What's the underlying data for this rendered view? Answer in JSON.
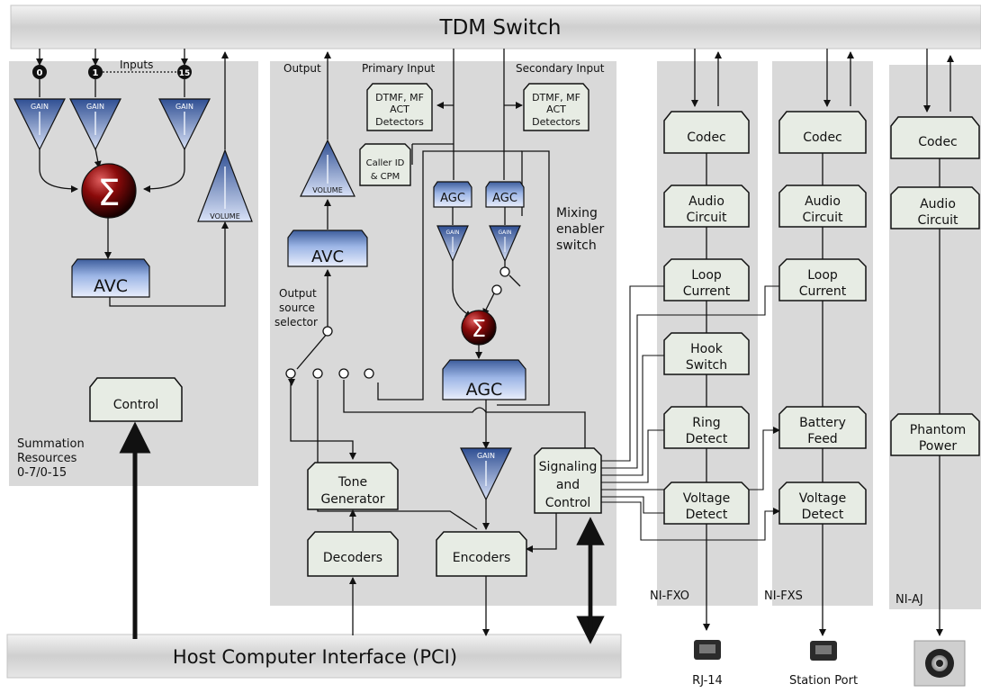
{
  "tdm_switch": "TDM Switch",
  "host_interface": "Host Computer Interface (PCI)",
  "summation": {
    "inputs_label": "Inputs",
    "input_ids": [
      "0",
      "1",
      "15"
    ],
    "gain": "GAIN",
    "volume": "VOLUME",
    "sum_symbol": "Σ",
    "avc": "AVC",
    "control": "Control",
    "caption_lines": [
      "Summation",
      "Resources",
      "0-7/0-15"
    ]
  },
  "processing": {
    "output": "Output",
    "primary_input": "Primary Input",
    "secondary_input": "Secondary Input",
    "detector_lines": [
      "DTMF, MF",
      "ACT",
      "Detectors"
    ],
    "callerid_lines": [
      "Caller ID",
      "& CPM"
    ],
    "volume": "VOLUME",
    "avc": "AVC",
    "agc": "AGC",
    "gain": "GAIN",
    "sum_symbol": "Σ",
    "mixing_lines": [
      "Mixing",
      "enabler",
      "switch"
    ],
    "selector_lines": [
      "Output",
      "source",
      "selector"
    ],
    "tone_lines": [
      "Tone",
      "Generator"
    ],
    "decoders": "Decoders",
    "encoders": "Encoders",
    "signaling_lines": [
      "Signaling",
      "and",
      "Control"
    ]
  },
  "fxo": {
    "codec": "Codec",
    "audio_lines": [
      "Audio",
      "Circuit"
    ],
    "loop_lines": [
      "Loop",
      "Current"
    ],
    "hook_lines": [
      "Hook",
      "Switch"
    ],
    "ring_lines": [
      "Ring",
      "Detect"
    ],
    "voltage_lines": [
      "Voltage",
      "Detect"
    ],
    "module": "NI-FXO",
    "port": "RJ-14"
  },
  "fxs": {
    "codec": "Codec",
    "audio_lines": [
      "Audio",
      "Circuit"
    ],
    "loop_lines": [
      "Loop",
      "Current"
    ],
    "battery_lines": [
      "Battery",
      "Feed"
    ],
    "voltage_lines": [
      "Voltage",
      "Detect"
    ],
    "module": "NI-FXS",
    "port": "Station Port"
  },
  "aj": {
    "codec": "Codec",
    "audio_lines": [
      "Audio",
      "Circuit"
    ],
    "phantom_lines": [
      "Phantom",
      "Power"
    ],
    "module": "NI-AJ"
  }
}
